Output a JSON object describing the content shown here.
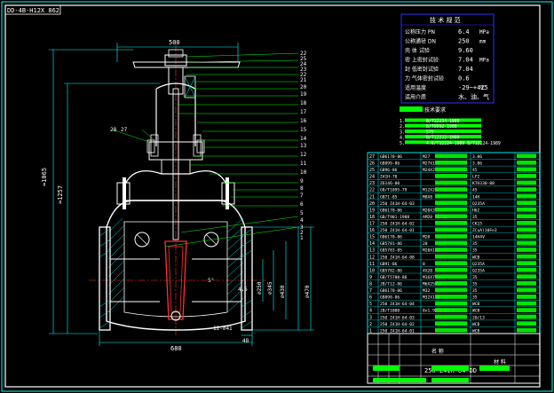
{
  "title_block": {
    "top_left_code": "DD-4B-H12X 862",
    "drawing_name": "250 Z41H-64-DD",
    "label_a": "名 称",
    "label_b": "材 料"
  },
  "dimensions": {
    "width_top": "500",
    "height_total": "≈1257",
    "height_open": "≈1065",
    "length": "680",
    "bolt_spec": "12-∅41",
    "flange_thk": "48",
    "d1": "∅345",
    "d2": "∅430",
    "d3": "∅470",
    "d4": "∅250",
    "gap": "4.5",
    "angle": "5°"
  },
  "callouts_right": [
    "22",
    "25",
    "24",
    "23",
    "22",
    "21",
    "20",
    "19",
    "18",
    "17",
    "16",
    "15",
    "14",
    "13",
    "12",
    "11",
    "10",
    "9",
    "8",
    "7",
    "6",
    "5",
    "4",
    "3",
    "2",
    "1"
  ],
  "callouts_left": [
    "28",
    "27"
  ],
  "spec_table": {
    "header": "技 术 规 范",
    "rows": [
      {
        "label": "公称压力 PN",
        "value": "6.4",
        "unit": "MPa"
      },
      {
        "label": "公称通径 DN",
        "value": "250",
        "unit": "mm"
      },
      {
        "label": "壳 体 试验",
        "value": "9.60",
        "unit": ""
      },
      {
        "label": "密 上密封试验",
        "value": "7.04",
        "unit": "MPa"
      },
      {
        "label": "封 低密封试验",
        "value": "7.04",
        "unit": ""
      },
      {
        "label": "力 气体密封试验",
        "value": "0.6",
        "unit": ""
      },
      {
        "label": "适用温度",
        "value": "-29~+425",
        "unit": "℃"
      },
      {
        "label": "适用介质",
        "value": "水、油、气",
        "unit": ""
      }
    ]
  },
  "tech_req": {
    "title": "技术要求",
    "lines": [
      "1.",
      "2.",
      "3.",
      "4.",
      "5."
    ],
    "line_texts": [
      "B/T12234-1989",
      "B/T9092-1988",
      "579",
      "B/T12232-1989",
      "4.6/T12224-1989 B/T12224-1989"
    ]
  },
  "parts_list": [
    {
      "no": "27",
      "code": "GB6170-86",
      "name": "M27",
      "qty": "",
      "mat": "3.06"
    },
    {
      "no": "26",
      "code": "GB899-86",
      "name": "M27X150",
      "qty": "",
      "mat": "3.06"
    },
    {
      "no": "25",
      "code": "GB96-86",
      "name": "M24X2",
      "qty": "",
      "mat": "45"
    },
    {
      "no": "24",
      "code": "Z41H-70",
      "name": "",
      "qty": "",
      "mat": "LF2"
    },
    {
      "no": "23",
      "code": "Z6146-00",
      "name": "",
      "qty": "",
      "mat": "KTH330-08"
    },
    {
      "no": "22",
      "code": "GB/T1095-79",
      "name": "M12X25",
      "qty": "",
      "mat": "45"
    },
    {
      "no": "21",
      "code": "GB71-85",
      "name": "M8X8",
      "qty": "",
      "mat": "14H"
    },
    {
      "no": "20",
      "code": "250 Z41H-64-03",
      "name": "",
      "qty": "",
      "mat": "Q235A"
    },
    {
      "no": "19",
      "code": "GB6170-86",
      "name": "M20X3",
      "qty": "",
      "mat": "H62"
    },
    {
      "no": "18",
      "code": "GB/T901-1988",
      "name": "AM20 M1214",
      "qty": "",
      "mat": "35"
    },
    {
      "no": "17",
      "code": "250 Z41H-64-02",
      "name": "",
      "qty": "",
      "mat": "CK15"
    },
    {
      "no": "16",
      "code": "250 Z41H-64-01",
      "name": "",
      "qty": "",
      "mat": "ZCuAl10Fe3"
    },
    {
      "no": "15",
      "code": "GB6170-86",
      "name": "M20",
      "qty": "",
      "mat": "14H4V"
    },
    {
      "no": "14",
      "code": "GB5781-86",
      "name": "20",
      "qty": "",
      "mat": "35"
    },
    {
      "no": "13",
      "code": "GB5783-85",
      "name": "M20X130",
      "qty": "",
      "mat": "35"
    },
    {
      "no": "12",
      "code": "250 Z41H-64-08",
      "name": "",
      "qty": "",
      "mat": "WCB"
    },
    {
      "no": "11",
      "code": "GB91-86",
      "name": "8",
      "qty": "",
      "mat": "Q235A"
    },
    {
      "no": "10",
      "code": "GB5782-86",
      "name": "4X20",
      "qty": "",
      "mat": "Q235A"
    },
    {
      "no": "9",
      "code": "GB/T5780-86",
      "name": "M16X75",
      "qty": "",
      "mat": "35"
    },
    {
      "no": "8",
      "code": "JB/T12-86",
      "name": "M6X25X20",
      "qty": "",
      "mat": "35"
    },
    {
      "no": "7",
      "code": "GB6170-86",
      "name": "M32",
      "qty": "",
      "mat": "35"
    },
    {
      "no": "6",
      "code": "GB898-86",
      "name": "M32X120",
      "qty": "",
      "mat": "35"
    },
    {
      "no": "5",
      "code": "250 Z41H-64-04",
      "name": "",
      "qty": "",
      "mat": "WCB"
    },
    {
      "no": "4",
      "code": "JB/T1000",
      "name": "8x1.96X27X1.5",
      "qty": "",
      "mat": "WCB"
    },
    {
      "no": "3",
      "code": "250 Z41H-64-03",
      "name": "",
      "qty": "",
      "mat": "20/13"
    },
    {
      "no": "2",
      "code": "250 Z41H-64-02",
      "name": "",
      "qty": "",
      "mat": "WCB"
    },
    {
      "no": "1",
      "code": "250 Z41H-64-01",
      "name": "",
      "qty": "",
      "mat": "WCB"
    }
  ],
  "colors": {
    "background": "#000000",
    "outline": "#ffffff",
    "centerline": "#ff3030",
    "dimension": "#00ffff",
    "leader": "#00ff00",
    "hatch": "#00ffff",
    "text": "#ffffff",
    "highlight": "#00ff00",
    "table_line": "#00ffff",
    "frame": "#00ffff",
    "accent": "#3030ff"
  }
}
